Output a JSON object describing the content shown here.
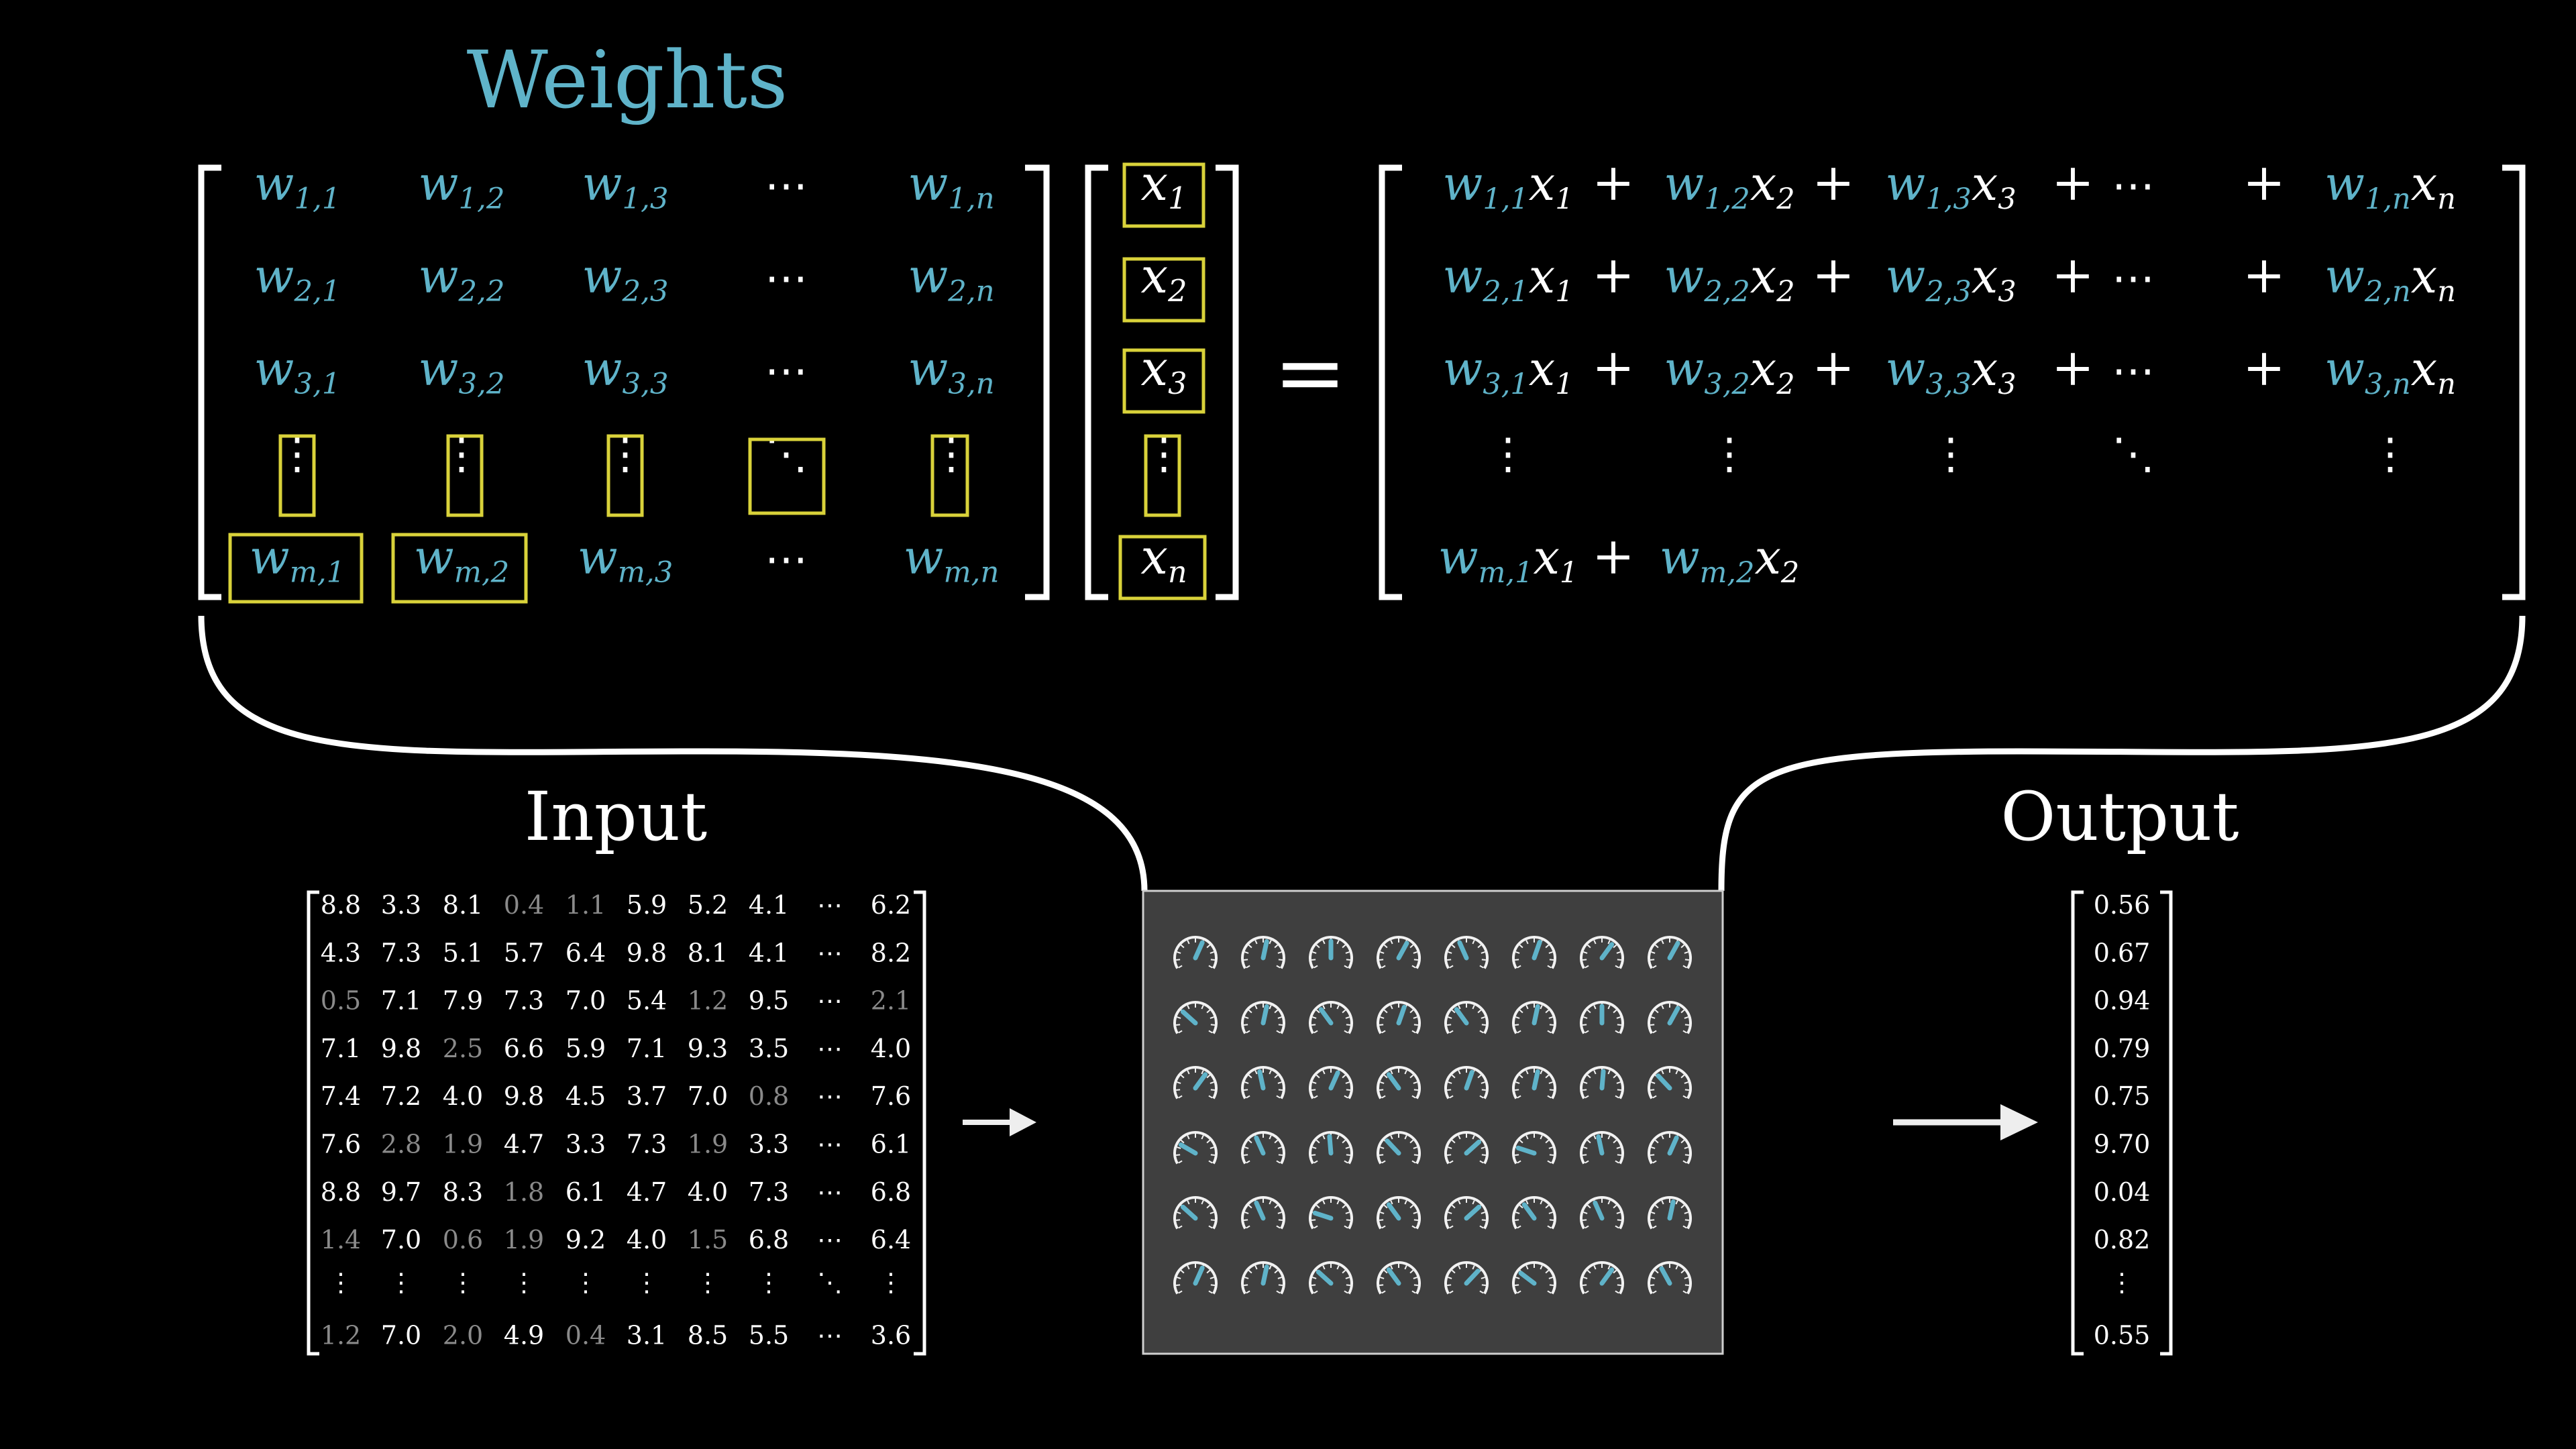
{
  "titles": {
    "weights": "Weights",
    "input": "Input",
    "output": "Output"
  },
  "colors": {
    "background": "#000000",
    "weight": "#5fb3c9",
    "highlight": "#d9d23a",
    "text": "#ffffff",
    "box": "#3f3f3f"
  },
  "weights_matrix": [
    [
      "w",
      "1,1"
    ],
    [
      "w",
      "1,2"
    ],
    [
      "w",
      "1,3"
    ],
    [
      "⋯",
      ""
    ],
    [
      "w",
      "1,n"
    ],
    [
      "w",
      "2,1"
    ],
    [
      "w",
      "2,2"
    ],
    [
      "w",
      "2,3"
    ],
    [
      "⋯",
      ""
    ],
    [
      "w",
      "2,n"
    ],
    [
      "w",
      "3,1"
    ],
    [
      "w",
      "3,2"
    ],
    [
      "w",
      "3,3"
    ],
    [
      "⋯",
      ""
    ],
    [
      "w",
      "3,n"
    ],
    [
      "⋮",
      ""
    ],
    [
      "⋮",
      ""
    ],
    [
      "⋮",
      ""
    ],
    [
      "⋱",
      ""
    ],
    [
      "⋮",
      ""
    ],
    [
      "w",
      "m,1"
    ],
    [
      "w",
      "m,2"
    ],
    [
      "w",
      "m,3"
    ],
    [
      "⋯",
      ""
    ],
    [
      "w",
      "m,n"
    ]
  ],
  "x_vector": [
    [
      "x",
      "1"
    ],
    [
      "x",
      "2"
    ],
    [
      "x",
      "3"
    ],
    [
      "⋮",
      ""
    ],
    [
      "x",
      "n"
    ]
  ],
  "equals": "=",
  "result_rows": [
    [
      [
        "w",
        "1,1",
        "x",
        "1"
      ],
      "+",
      [
        "w",
        "1,2",
        "x",
        "2"
      ],
      "+",
      [
        "w",
        "1,3",
        "x",
        "3"
      ],
      "+",
      "⋯",
      "+",
      [
        "w",
        "1,n",
        "x",
        "n"
      ]
    ],
    [
      [
        "w",
        "2,1",
        "x",
        "1"
      ],
      "+",
      [
        "w",
        "2,2",
        "x",
        "2"
      ],
      "+",
      [
        "w",
        "2,3",
        "x",
        "3"
      ],
      "+",
      "⋯",
      "+",
      [
        "w",
        "2,n",
        "x",
        "n"
      ]
    ],
    [
      [
        "w",
        "3,1",
        "x",
        "1"
      ],
      "+",
      [
        "w",
        "3,2",
        "x",
        "2"
      ],
      "+",
      [
        "w",
        "3,3",
        "x",
        "3"
      ],
      "+",
      "⋯",
      "+",
      [
        "w",
        "3,n",
        "x",
        "n"
      ]
    ],
    [
      "⋮",
      "",
      "⋮",
      "",
      "⋮",
      "",
      "⋱",
      "",
      "⋮"
    ],
    [
      [
        "w",
        "m,1",
        "x",
        "1"
      ],
      "+",
      [
        "w",
        "m,2",
        "x",
        "2"
      ]
    ]
  ],
  "input_matrix": [
    [
      "8.8",
      "3.3",
      "8.1",
      "0.4",
      "1.1",
      "5.9",
      "5.2",
      "4.1",
      "⋯",
      "6.2"
    ],
    [
      "4.3",
      "7.3",
      "5.1",
      "5.7",
      "6.4",
      "9.8",
      "8.1",
      "4.1",
      "⋯",
      "8.2"
    ],
    [
      "0.5",
      "7.1",
      "7.9",
      "7.3",
      "7.0",
      "5.4",
      "1.2",
      "9.5",
      "⋯",
      "2.1"
    ],
    [
      "7.1",
      "9.8",
      "2.5",
      "6.6",
      "5.9",
      "7.1",
      "9.3",
      "3.5",
      "⋯",
      "4.0"
    ],
    [
      "7.4",
      "7.2",
      "4.0",
      "9.8",
      "4.5",
      "3.7",
      "7.0",
      "0.8",
      "⋯",
      "7.6"
    ],
    [
      "7.6",
      "2.8",
      "1.9",
      "4.7",
      "3.3",
      "7.3",
      "1.9",
      "3.3",
      "⋯",
      "6.1"
    ],
    [
      "8.8",
      "9.7",
      "8.3",
      "1.8",
      "6.1",
      "4.7",
      "4.0",
      "7.3",
      "⋯",
      "6.8"
    ],
    [
      "1.4",
      "7.0",
      "0.6",
      "1.9",
      "9.2",
      "4.0",
      "1.5",
      "6.8",
      "⋯",
      "6.4"
    ],
    [
      "⋮",
      "⋮",
      "⋮",
      "⋮",
      "⋮",
      "⋮",
      "⋮",
      "⋮",
      "⋱",
      "⋮"
    ],
    [
      "1.2",
      "7.0",
      "2.0",
      "4.9",
      "0.4",
      "3.1",
      "8.5",
      "5.5",
      "⋯",
      "3.6"
    ]
  ],
  "output_vector": [
    "0.56",
    "0.67",
    "0.94",
    "0.79",
    "0.75",
    "9.70",
    "0.04",
    "0.82",
    "⋮",
    "0.55"
  ],
  "dial_levels": [
    0.6,
    0.55,
    0.5,
    0.62,
    0.4,
    0.58,
    0.65,
    0.62,
    0.3,
    0.55,
    0.35,
    0.58,
    0.35,
    0.55,
    0.5,
    0.62,
    0.65,
    0.45,
    0.6,
    0.35,
    0.58,
    0.55,
    0.52,
    0.32,
    0.25,
    0.4,
    0.48,
    0.32,
    0.7,
    0.2,
    0.45,
    0.6,
    0.3,
    0.4,
    0.2,
    0.35,
    0.7,
    0.35,
    0.4,
    0.55,
    0.6,
    0.55,
    0.3,
    0.35,
    0.68,
    0.28,
    0.65,
    0.38
  ]
}
